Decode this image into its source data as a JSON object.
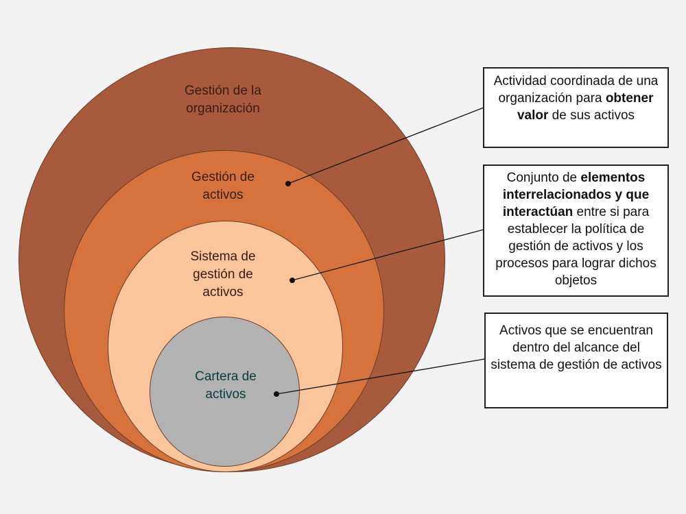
{
  "rings": [
    {
      "id": "org",
      "label": "Gestión de la\norganización",
      "color": "#a85b3c"
    },
    {
      "id": "assets",
      "label": "Gestión de\nactivos",
      "color": "#d6733c"
    },
    {
      "id": "system",
      "label": "Sistema de\ngestión de\nactivos",
      "color": "#fbc59b"
    },
    {
      "id": "portfolio",
      "label": "Cartera de\nactivos",
      "color": "#b2b2b2"
    }
  ],
  "boxes": [
    {
      "id": "box1",
      "segments": [
        {
          "text": "Actividad coordinada de una organización para ",
          "bold": false
        },
        {
          "text": "obtener valor",
          "bold": true
        },
        {
          "text": " de sus activos",
          "bold": false
        }
      ]
    },
    {
      "id": "box2",
      "segments": [
        {
          "text": "Conjunto de ",
          "bold": false
        },
        {
          "text": "elementos interrelacionados y que interactúan",
          "bold": true
        },
        {
          "text": " entre si para establecer la política de gestión de activos y los procesos para lograr dichos objetos",
          "bold": false
        }
      ]
    },
    {
      "id": "box3",
      "segments": [
        {
          "text": "Activos que se encuentran dentro del alcance del sistema de gestión de activos",
          "bold": false
        }
      ]
    }
  ]
}
